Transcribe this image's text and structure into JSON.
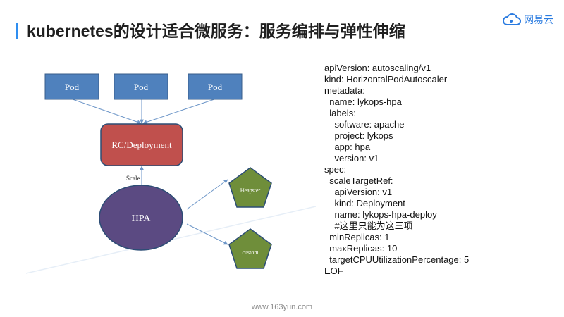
{
  "slide": {
    "title": "kubernetes的设计适合微服务：服务编排与弹性伸缩",
    "accent_color": "#2f8ef0",
    "footer": "www.163yun.com"
  },
  "brand": {
    "logo_icon": "cloud-icon",
    "logo_text": "网易云",
    "color": "#2a7be0"
  },
  "diagram": {
    "pods": [
      "Pod",
      "Pod",
      "Pod"
    ],
    "deployment": "RC/Deployment",
    "scale_label": "Scale",
    "hpa": "HPA",
    "heapster": "Heapster",
    "custom": "custom",
    "colors": {
      "pod": "#4f81bd",
      "deployment": "#c0504d",
      "hpa": "#5b4a82",
      "pentagon": "#6f8e3a",
      "edge": "#6d96c8"
    }
  },
  "code": {
    "lines": [
      "apiVersion: autoscaling/v1",
      "kind: HorizontalPodAutoscaler",
      "metadata:",
      "  name: lykops-hpa",
      "  labels:",
      "    software: apache",
      "    project: lykops",
      "    app: hpa",
      "    version: v1",
      "spec:",
      "  scaleTargetRef:",
      "    apiVersion: v1",
      "    kind: Deployment",
      "    name: lykops-hpa-deploy",
      "    #这里只能为这三项",
      "  minReplicas: 1",
      "  maxReplicas: 10",
      "  targetCPUUtilizationPercentage: 5",
      "EOF"
    ]
  }
}
